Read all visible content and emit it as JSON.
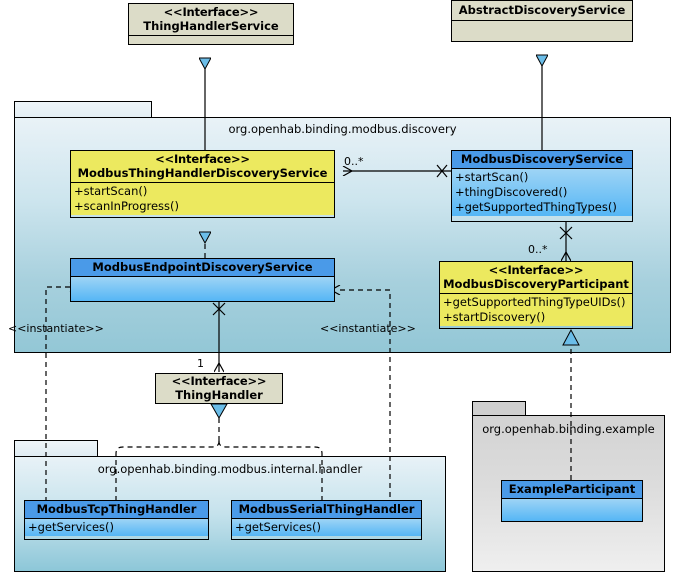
{
  "diagram": {
    "title": "Modbus discovery UML class diagram",
    "background": "#ffffff"
  },
  "colors": {
    "interface_yellow": "#ece95f",
    "interface_beige": "#dcdcc8",
    "class_blue_header": "#4a9ae8",
    "class_blue_body": "#7fc6f2",
    "package_blue": "#cde5ee",
    "package_grey": "#dcdcdc",
    "line": "#000000",
    "arrow_fill": "#6bbde8"
  },
  "packages": [
    {
      "id": "pkg-discovery",
      "name": "org.openhab.binding.modbus.discovery"
    },
    {
      "id": "pkg-handler",
      "name": "org.openhab.binding.modbus.internal.handler"
    },
    {
      "id": "pkg-example",
      "name": "org.openhab.binding.example"
    }
  ],
  "classes": [
    {
      "id": "thing-handler-service",
      "stereotype": "<<Interface>>",
      "name": "ThingHandlerService",
      "kind": "interface",
      "members": []
    },
    {
      "id": "abstract-discovery-service",
      "stereotype": "",
      "name": "AbstractDiscoveryService",
      "kind": "abstract-class",
      "members": []
    },
    {
      "id": "modbus-thing-handler-discovery-service",
      "stereotype": "<<Interface>>",
      "name": "ModbusThingHandlerDiscoveryService",
      "kind": "interface",
      "members": [
        "+startScan()",
        "+scanInProgress()"
      ]
    },
    {
      "id": "modbus-discovery-service",
      "stereotype": "",
      "name": "ModbusDiscoveryService",
      "kind": "class",
      "members": [
        "+startScan()",
        "+thingDiscovered()",
        "+getSupportedThingTypes()"
      ]
    },
    {
      "id": "modbus-endpoint-discovery-service",
      "stereotype": "",
      "name": "ModbusEndpointDiscoveryService",
      "kind": "class",
      "members": []
    },
    {
      "id": "modbus-discovery-participant",
      "stereotype": "<<Interface>>",
      "name": "ModbusDiscoveryParticipant",
      "kind": "interface",
      "members": [
        "+getSupportedThingTypeUIDs()",
        "+startDiscovery()"
      ]
    },
    {
      "id": "thing-handler",
      "stereotype": "<<Interface>>",
      "name": "ThingHandler",
      "kind": "interface",
      "members": []
    },
    {
      "id": "modbus-tcp-thing-handler",
      "stereotype": "",
      "name": "ModbusTcpThingHandler",
      "kind": "class",
      "members": [
        "+getServices()"
      ]
    },
    {
      "id": "modbus-serial-thing-handler",
      "stereotype": "",
      "name": "ModbusSerialThingHandler",
      "kind": "class",
      "members": [
        "+getServices()"
      ]
    },
    {
      "id": "example-participant",
      "stereotype": "",
      "name": "ExampleParticipant",
      "kind": "class",
      "members": []
    }
  ],
  "edge_labels": {
    "mult_zero_many_left": "0..*",
    "mult_zero_many_right": "0..*",
    "mult_one": "1",
    "instantiate_left": "<<instantiate>>",
    "instantiate_right": "<<instantiate>>"
  }
}
